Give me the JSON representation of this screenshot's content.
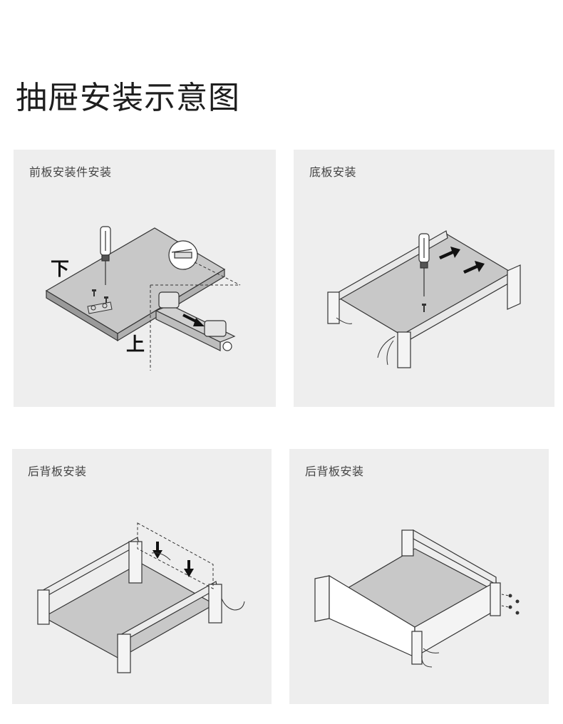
{
  "page": {
    "title": "抽屉安装示意图"
  },
  "panels": [
    {
      "label": "前板安装件安装",
      "marks": {
        "down": "下",
        "up": "上"
      }
    },
    {
      "label": "底板安装"
    },
    {
      "label": "后背板安装"
    },
    {
      "label": "后背板安装"
    }
  ],
  "colors": {
    "panel_bg": "#eeeeee",
    "board": "#c8c8c8",
    "line": "#333333"
  }
}
